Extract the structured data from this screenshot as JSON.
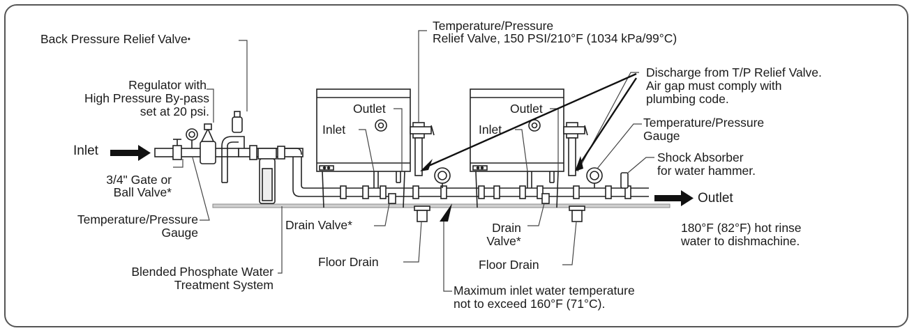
{
  "labels": {
    "back_pressure": "Back Pressure Relief Valve",
    "back_pressure_mark": "•",
    "regulator_1": "Regulator with",
    "regulator_2": "High Pressure By-pass",
    "regulator_3": "set at 20 psi.",
    "inlet_main": "Inlet",
    "gate_valve_1": "3/4\" Gate or",
    "gate_valve_2": "Ball Valve*",
    "tp_gauge_left_1": "Temperature/Pressure",
    "tp_gauge_left_2": "Gauge",
    "phosphate_1": "Blended Phosphate Water",
    "phosphate_2": "Treatment System",
    "drain_valve_left": "Drain Valve*",
    "floor_drain_left": "Floor Drain",
    "tp_relief_1": "Temperature/Pressure",
    "tp_relief_2": "Relief Valve, 150 PSI/210°F (1034 kPa/99°C)",
    "outlet_1": "Outlet",
    "inlet_1": "Inlet",
    "outlet_2": "Outlet",
    "inlet_2": "Inlet",
    "discharge_1": "Discharge from T/P Relief Valve.",
    "discharge_2": "Air gap must comply with",
    "discharge_3": "plumbing code.",
    "tp_gauge_right_1": "Temperature/Pressure",
    "tp_gauge_right_2": "Gauge",
    "shock_1": "Shock Absorber",
    "shock_2": "for water hammer.",
    "outlet_main": "Outlet",
    "drain_valve_right_1": "Drain",
    "drain_valve_right_2": "Valve*",
    "floor_drain_right": "Floor Drain",
    "max_inlet_1": "Maximum inlet water temperature",
    "max_inlet_2": "not to exceed 160°F (71°C).",
    "hot_rinse_1": "180°F (82°F) hot rinse",
    "hot_rinse_2": "water to dishmachine."
  }
}
